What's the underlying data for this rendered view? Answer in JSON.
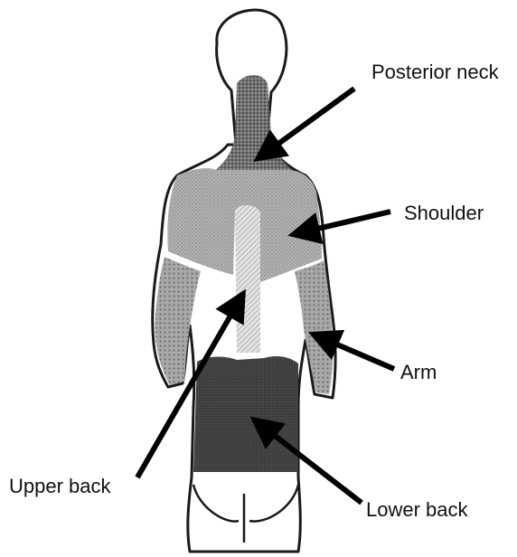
{
  "labels": {
    "posterior_neck": "Posterior neck",
    "shoulder": "Shoulder",
    "arm": "Arm",
    "upper_back": "Upper back",
    "lower_back": "Lower back"
  },
  "colors": {
    "outline": "#1a1a1a",
    "neck_region": "#6e6e6e",
    "shoulder_region": "#a6a6a6",
    "arm_region": "#9a9a9a",
    "upper_back_region": "#c8c8c8",
    "lower_back_region": "#3c3c3c",
    "arrow": "#000000"
  }
}
